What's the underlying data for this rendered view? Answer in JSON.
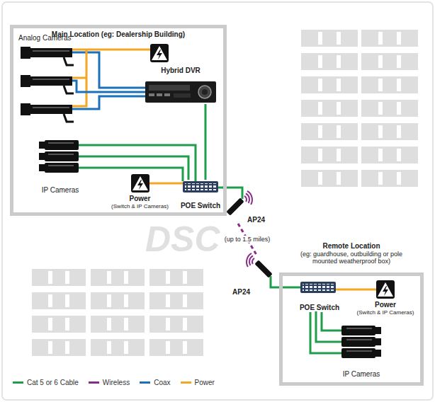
{
  "diagram": {
    "nodes": [
      {
        "text": [
          "Main Location (eg: Dealership Building)"
        ]
      },
      {
        "text": [
          "Analog Cameras"
        ],
        "in": 0
      },
      {
        "text": [
          "Hybrid DVR"
        ],
        "in": 0
      },
      {
        "text": [
          "IP Cameras"
        ],
        "in": 0
      },
      {
        "text": [
          "Power",
          "(Switch & IP Cameras)"
        ],
        "in": 0
      },
      {
        "text": [
          "POE Switch"
        ],
        "in": 0
      },
      {
        "text": [
          "AP24"
        ]
      },
      {
        "text": [
          "Remote Location",
          "(eg: guardhouse, outbuilding or pole mounted weatherproof box)"
        ]
      },
      {
        "text": [
          "AP24"
        ]
      },
      {
        "text": [
          "POE Switch"
        ],
        "in": 7
      },
      {
        "text": [
          "Power",
          "(Switch & IP Cameras)"
        ],
        "in": 7
      },
      {
        "text": [
          "IP Cameras"
        ],
        "in": 7
      }
    ],
    "edges": [
      {
        "from": 1,
        "to": 2,
        "arrow": "none"
      },
      {
        "from": 2,
        "to": 5,
        "arrow": "none"
      },
      {
        "from": 3,
        "to": 5,
        "arrow": "none"
      },
      {
        "from": 4,
        "to": 5,
        "arrow": "none"
      },
      {
        "from": 5,
        "to": 6,
        "arrow": "none"
      },
      {
        "from": 6,
        "to": 8,
        "label": "(up to 1.5 miles)",
        "arrow": "none"
      },
      {
        "from": 8,
        "to": 9,
        "arrow": "none"
      },
      {
        "from": 10,
        "to": 9,
        "arrow": "none"
      },
      {
        "from": 9,
        "to": 11,
        "arrow": "none"
      }
    ],
    "labels": [
      "DSC"
    ],
    "legend": [
      {
        "text": "Cat 5 or 6 Cable",
        "color": "#1e9e4a"
      },
      {
        "text": "Wireless",
        "color": "#8a2b8c"
      },
      {
        "text": "Coax",
        "color": "#1c70b8"
      },
      {
        "text": "Power",
        "color": "#f5a623"
      }
    ]
  }
}
